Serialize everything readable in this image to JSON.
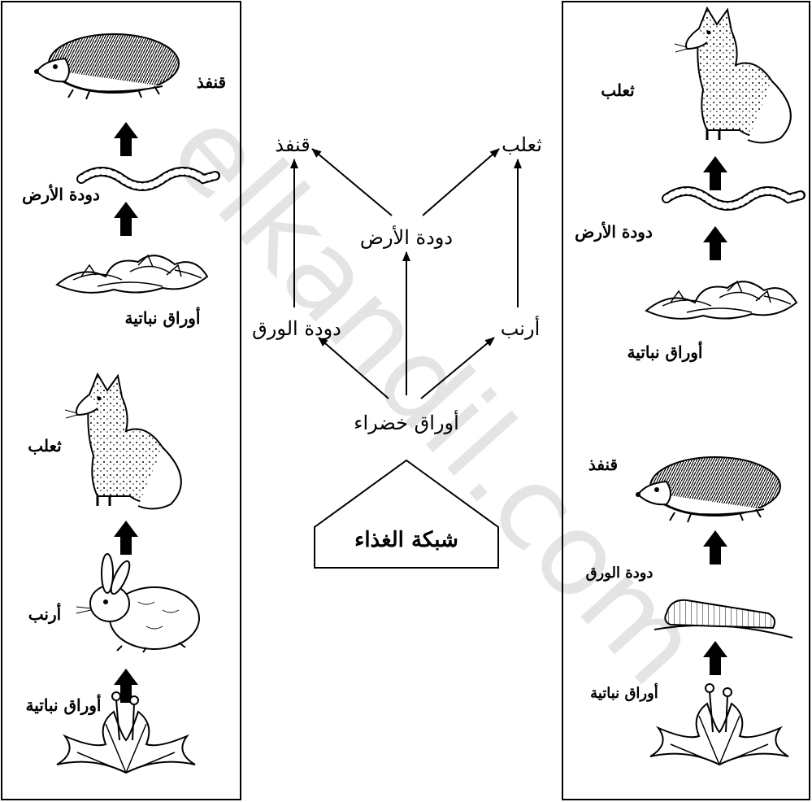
{
  "watermark": "elkandil.com",
  "left_panel": {
    "chain_1": {
      "top": "قنفذ",
      "middle": "دودة الأرض",
      "bottom": "أوراق نباتية"
    },
    "chain_2": {
      "top": "ثعلب",
      "middle": "أرنب",
      "bottom": "أوراق نباتية"
    }
  },
  "right_panel": {
    "chain_1": {
      "top": "ثعلب",
      "middle": "دودة الأرض",
      "bottom": "أوراق نباتية"
    },
    "chain_2": {
      "top": "قنفذ",
      "middle": "دودة الورق",
      "bottom": "أوراق نباتية"
    }
  },
  "food_web": {
    "title": "شبكة الغذاء",
    "nodes": {
      "hedgehog": "قنفذ",
      "fox": "ثعلب",
      "earthworm": "دودة الأرض",
      "leafworm": "دودة الورق",
      "rabbit": "أرنب",
      "green_leaves": "أوراق خضراء"
    }
  }
}
